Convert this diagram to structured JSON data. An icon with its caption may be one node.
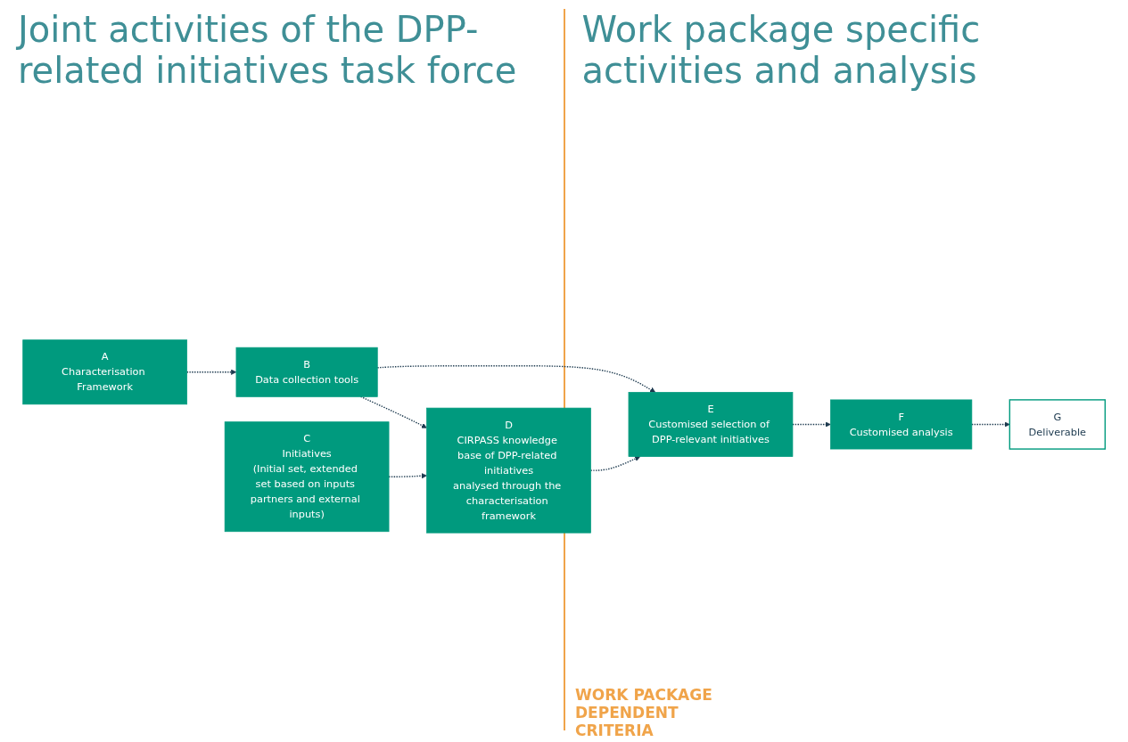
{
  "diagram": {
    "nodes": [
      {
        "text": [
          "A",
          "Characterisation Framework"
        ]
      },
      {
        "text": [
          "B",
          "Data collection tools"
        ]
      },
      {
        "text": [
          "C",
          "Initiatives",
          "(Initial set, extended set based on inputs partners and external inputs)"
        ]
      },
      {
        "text": [
          "D",
          "CIRPASS knowledge base of DPP-related initiatives",
          "analysed through the characterisation framework"
        ]
      },
      {
        "text": [
          "E",
          "Customised selection of DPP-relevant initiatives"
        ]
      },
      {
        "text": [
          "F",
          "Customised analysis"
        ]
      },
      {
        "text": [
          "G",
          "Deliverable"
        ]
      }
    ],
    "edges": [
      {
        "from": 0,
        "to": 1,
        "arrow": "to",
        "style": "dashed"
      },
      {
        "from": 1,
        "to": 4,
        "arrow": "to",
        "style": "dashed"
      },
      {
        "from": 1,
        "to": 3,
        "arrow": "to",
        "style": "dashed"
      },
      {
        "from": 2,
        "to": 3,
        "arrow": "to",
        "style": "dashed"
      },
      {
        "from": 3,
        "to": 4,
        "arrow": "to",
        "style": "dashed"
      },
      {
        "from": 4,
        "to": 5,
        "arrow": "to",
        "style": "dashed"
      },
      {
        "from": 5,
        "to": 6,
        "arrow": "to",
        "style": "dashed"
      }
    ],
    "labels": [
      "Joint activities of the DPP-related initiatives task force",
      "Work package specific activities and analysis",
      "WORK PACKAGE DEPENDENT CRITERIA"
    ]
  }
}
